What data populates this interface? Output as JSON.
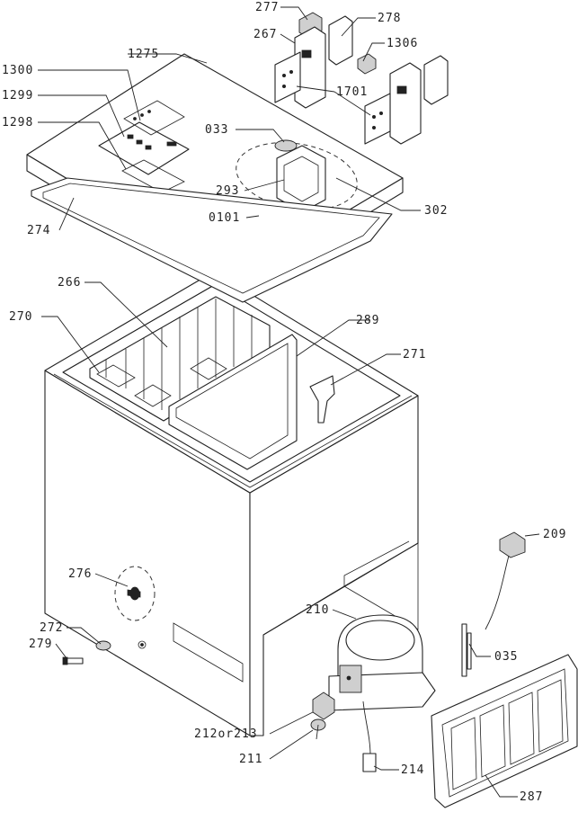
{
  "labels": {
    "p277": "277",
    "p278": "278",
    "p267": "267",
    "p1306": "1306",
    "p1275": "1275",
    "p1300": "1300",
    "p1299": "1299",
    "p1298": "1298",
    "p1701": "1701",
    "p033": "033",
    "p293": "293",
    "p302": "302",
    "p0101": "0101",
    "p274": "274",
    "p266": "266",
    "p270": "270",
    "p289": "289",
    "p271": "271",
    "p209": "209",
    "p276": "276",
    "p210": "210",
    "p272": "272",
    "p279": "279",
    "p035": "035",
    "p212or213": "212or213",
    "p211": "211",
    "p214": "214",
    "p287": "287"
  }
}
